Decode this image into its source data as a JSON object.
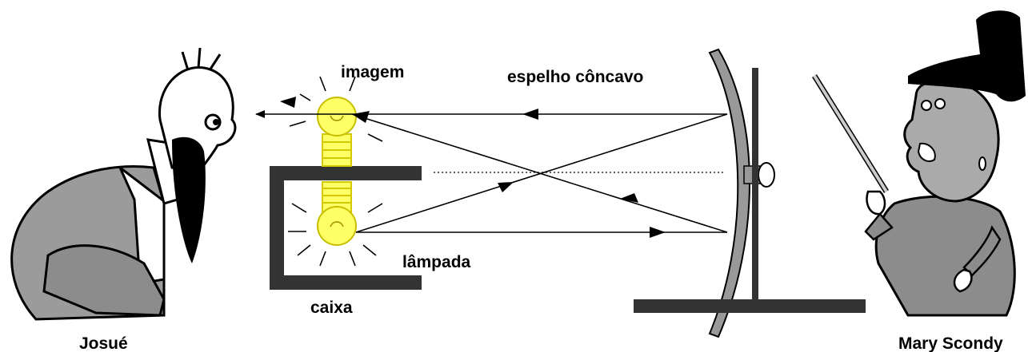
{
  "labels": {
    "image": "imagem",
    "mirror": "espelho côncavo",
    "lamp": "lâmpada",
    "box": "caixa",
    "observer": "Josué",
    "teacher": "Mary Scondy"
  },
  "colors": {
    "bulb": "#ffff66",
    "bulb_outline": "#d4c800",
    "box": "#333333",
    "mirror": "#999999",
    "clothing": "#999999",
    "stand": "#333333",
    "hat": "#000000"
  },
  "icons": {
    "observer": "cartoon-man-figure",
    "teacher": "cartoon-teacher-figure",
    "lamp": "light-bulb",
    "image": "light-bulb-image"
  }
}
